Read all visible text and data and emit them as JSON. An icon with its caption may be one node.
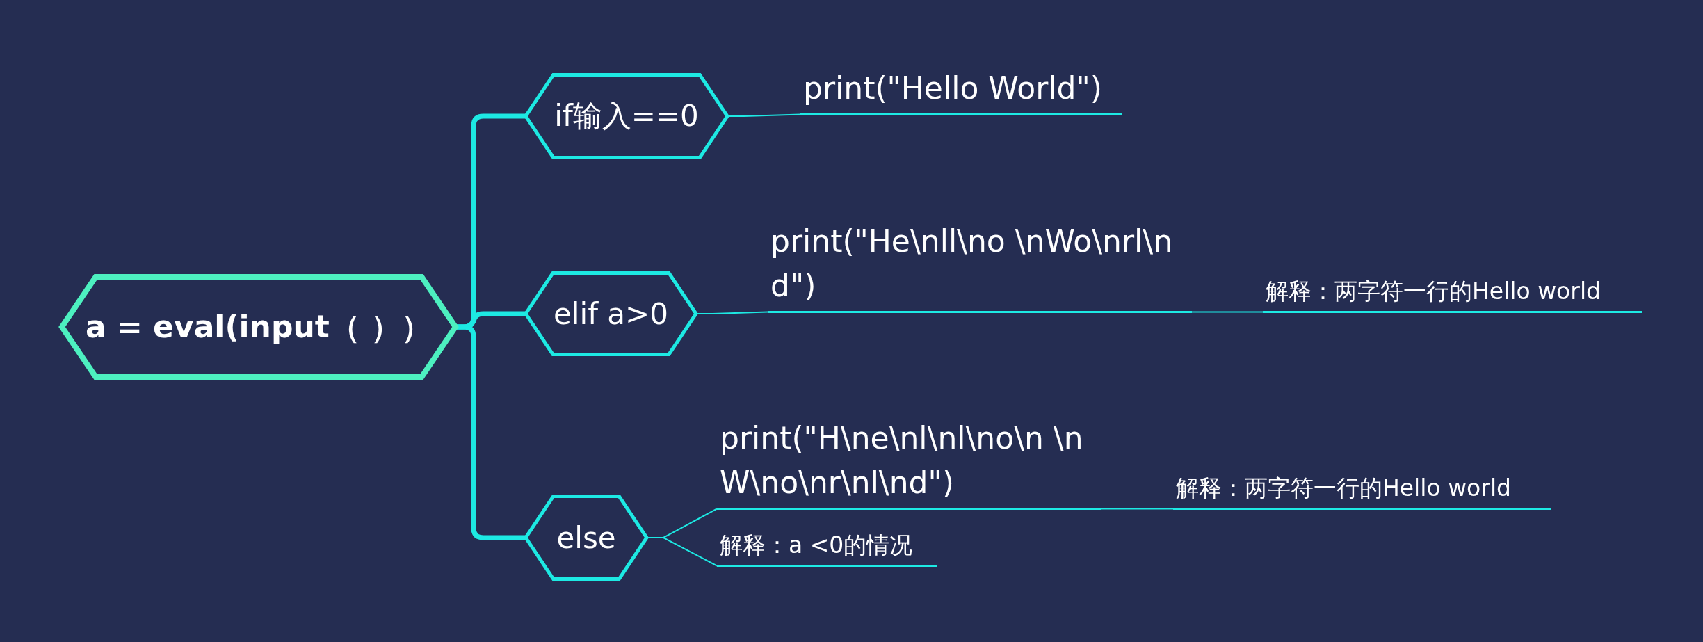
{
  "diagram": {
    "nodes": [
      {
        "text": [
          "a = eval(input（ ））"
        ]
      },
      {
        "text": [
          "if输入==0"
        ]
      },
      {
        "text": [
          "elif a>0"
        ]
      },
      {
        "text": [
          "else"
        ]
      },
      {
        "text": [
          "print(\"Hello World\")"
        ]
      },
      {
        "text": [
          "print(\"He\\nll\\no \\nWo\\nrl\\nd\")"
        ]
      },
      {
        "text": [
          "解释：两字符一行的Hello world"
        ]
      },
      {
        "text": [
          "print(\"H\\ne\\nl\\nl\\no\\n \\nW\\no\\nr\\nl\\nd\")"
        ]
      },
      {
        "text": [
          "解释：两字符一行的Hello world"
        ]
      },
      {
        "text": [
          "解释：a <0的情况"
        ]
      }
    ],
    "edges": [
      {
        "from": 0,
        "to": 1,
        "arrow": "none",
        "style": "thick"
      },
      {
        "from": 0,
        "to": 2,
        "arrow": "none",
        "style": "thick"
      },
      {
        "from": 0,
        "to": 3,
        "arrow": "none",
        "style": "thick"
      },
      {
        "from": 1,
        "to": 4,
        "arrow": "none"
      },
      {
        "from": 2,
        "to": 5,
        "arrow": "none"
      },
      {
        "from": 5,
        "to": 6,
        "arrow": "none"
      },
      {
        "from": 3,
        "to": 7,
        "arrow": "none"
      },
      {
        "from": 3,
        "to": 9,
        "arrow": "none"
      },
      {
        "from": 7,
        "to": 8,
        "arrow": "none"
      }
    ]
  }
}
